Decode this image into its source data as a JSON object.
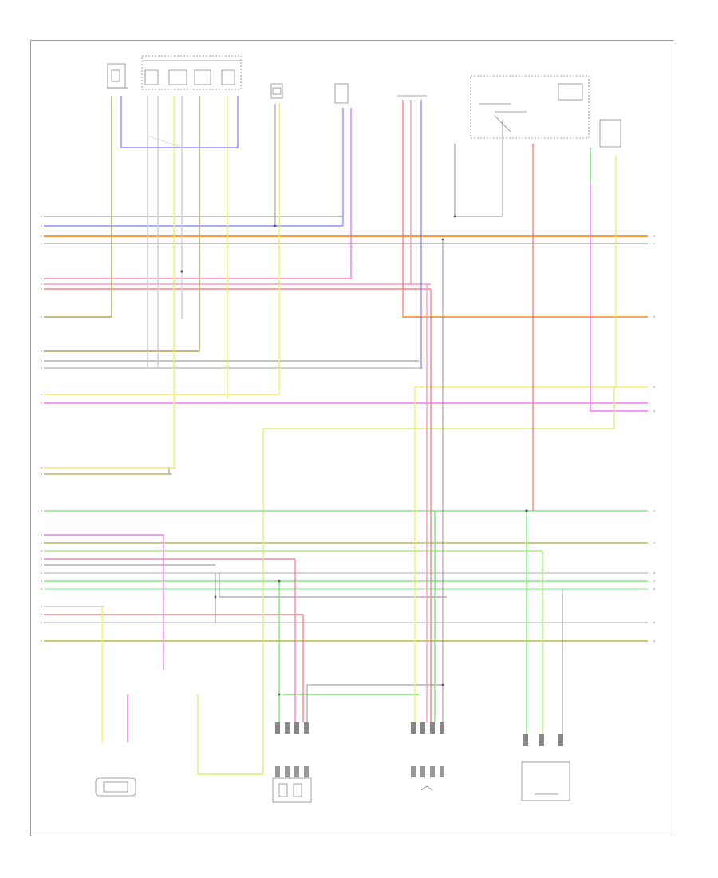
{
  "diagram": {
    "footer_code": "",
    "wire_colors": {
      "gray": "#b0b0b0",
      "orange": "#ff9a3c",
      "pink": "#ff7fb0",
      "red": "#ff8080",
      "yellow": "#f2ee6a",
      "lime": "#c8f07a",
      "green": "#7ae87a",
      "blue": "#8f8fff",
      "brown": "#b8a058",
      "olive": "#c8c06a",
      "magenta": "#f07af0",
      "dark": "#8a8a8a"
    },
    "components": [
      {
        "id": "left-switch"
      },
      {
        "id": "fuse-junction-block"
      },
      {
        "id": "center-box-1"
      },
      {
        "id": "center-box-2"
      },
      {
        "id": "top-connector"
      },
      {
        "id": "instrument-cluster"
      },
      {
        "id": "right-sensor"
      },
      {
        "id": "bottom-sensor-1"
      },
      {
        "id": "bottom-sensor-2"
      },
      {
        "id": "bottom-sensor-3"
      },
      {
        "id": "bottom-module-4"
      }
    ]
  }
}
